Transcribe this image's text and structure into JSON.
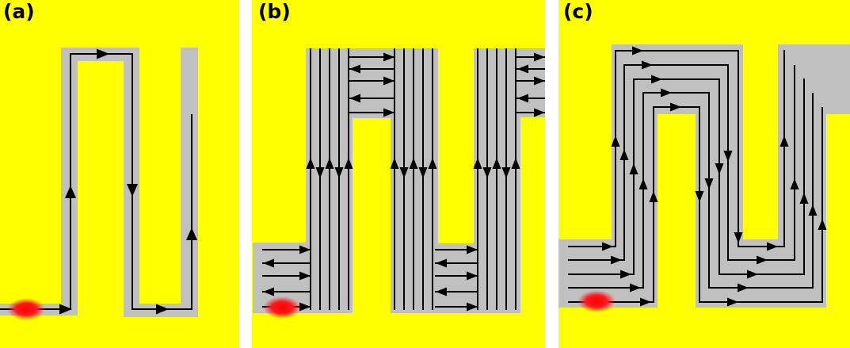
{
  "panels": [
    {
      "id": "a",
      "label": "(a)"
    },
    {
      "id": "b",
      "label": "(b)"
    },
    {
      "id": "c",
      "label": "(c)"
    }
  ],
  "colors": {
    "background": "#ffff00",
    "channel": "#c0c0c0",
    "flow_line": "#000000",
    "source_spot": "#ff1a1a",
    "gap": "#ffffff"
  }
}
